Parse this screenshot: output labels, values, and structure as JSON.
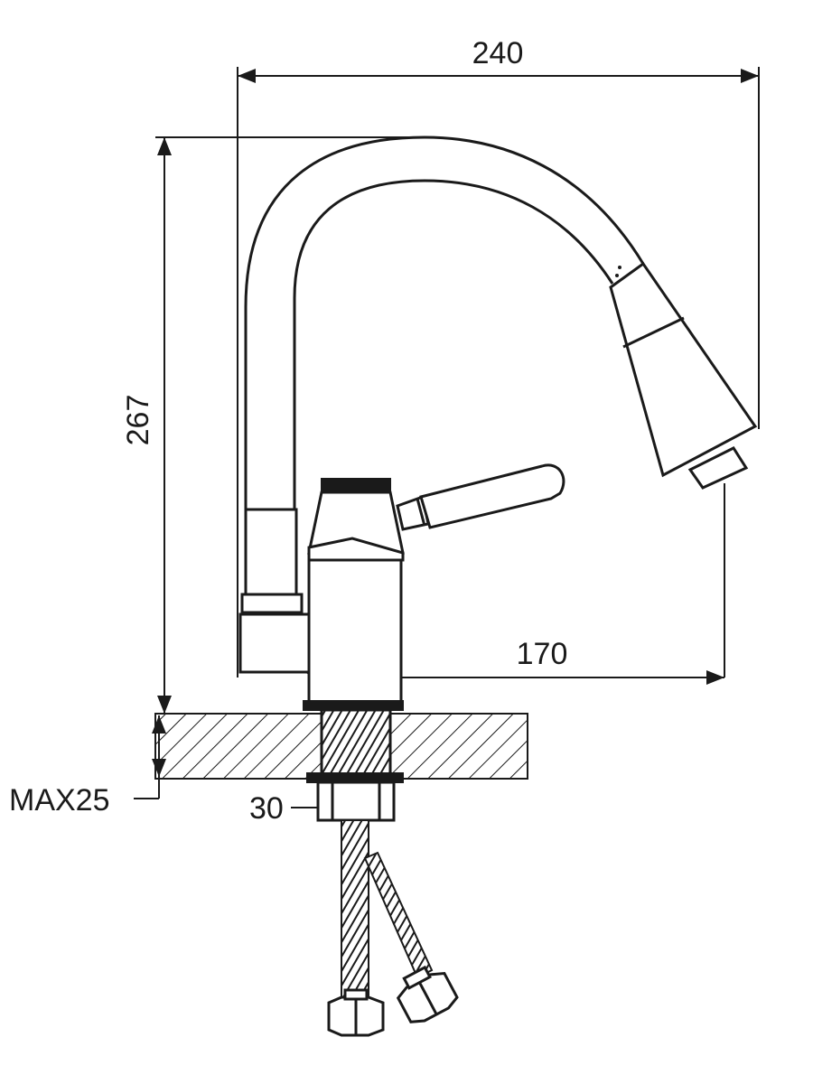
{
  "dimensions": {
    "width_total": "240",
    "height_total": "267",
    "spout_reach": "170",
    "mount_thickness": "MAX25",
    "shank_diameter": "30"
  },
  "colors": {
    "line": "#1a1a1a",
    "background": "#ffffff"
  }
}
